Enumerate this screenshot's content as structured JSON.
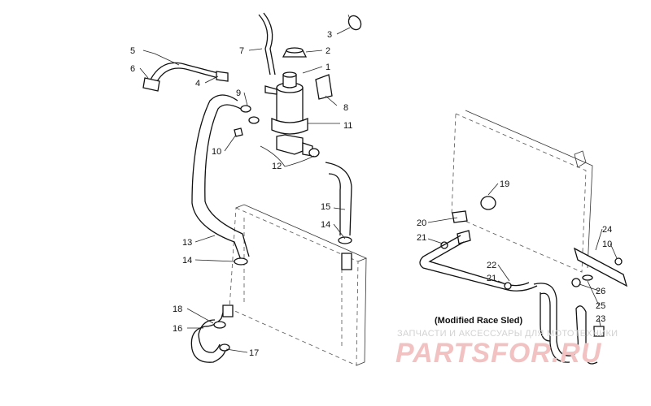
{
  "callouts": {
    "n1": "1",
    "n2": "2",
    "n3": "3",
    "n4": "4",
    "n5": "5",
    "n6": "6",
    "n7": "7",
    "n8": "8",
    "n9": "9",
    "n10a": "10",
    "n11": "11",
    "n12": "12",
    "n13": "13",
    "n14a": "14",
    "n14b": "14",
    "n15": "15",
    "n16": "16",
    "n17": "17",
    "n18": "18",
    "n19": "19",
    "n20": "20",
    "n21a": "21",
    "n21b": "21",
    "n22": "22",
    "n23": "23",
    "n24": "24",
    "n10b": "10",
    "n25": "25",
    "n26": "26"
  },
  "caption": "(Modified Race Sled)",
  "watermark": {
    "subtitle": "ЗАПЧАСТИ И АКСЕССУАРЫ ДЛЯ МОТОТЕХНИКИ",
    "brand": "PARTSFOR.RU"
  }
}
